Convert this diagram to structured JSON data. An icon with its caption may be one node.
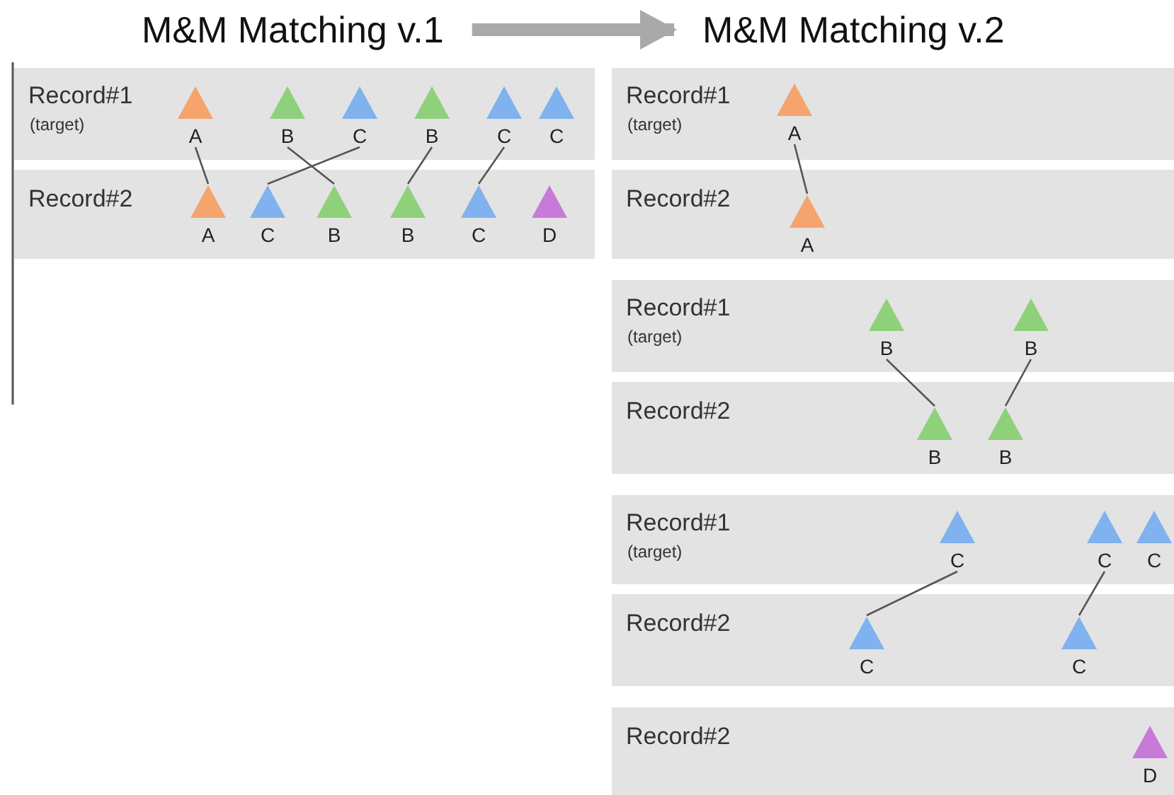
{
  "diagram": {
    "nodes": [
      {
        "text": [
          "M&M Matching v.1"
        ]
      },
      {
        "text": [
          "M&M Matching v.2"
        ]
      },
      {
        "text": [
          "Record#1",
          "(target)"
        ]
      },
      {
        "text": [],
        "shape": "triangle",
        "in": 2,
        "beside": [
          "A"
        ]
      },
      {
        "text": [],
        "shape": "triangle",
        "in": 2,
        "beside": [
          "B"
        ]
      },
      {
        "text": [],
        "shape": "triangle",
        "in": 2,
        "beside": [
          "C"
        ]
      },
      {
        "text": [],
        "shape": "triangle",
        "in": 2,
        "beside": [
          "B"
        ]
      },
      {
        "text": [],
        "shape": "triangle",
        "in": 2,
        "beside": [
          "C"
        ]
      },
      {
        "text": [],
        "shape": "triangle",
        "in": 2,
        "beside": [
          "C"
        ]
      },
      {
        "text": [
          "Record#2"
        ]
      },
      {
        "text": [],
        "shape": "triangle",
        "in": 9,
        "beside": [
          "A"
        ]
      },
      {
        "text": [],
        "shape": "triangle",
        "in": 9,
        "beside": [
          "C"
        ]
      },
      {
        "text": [],
        "shape": "triangle",
        "in": 9,
        "beside": [
          "B"
        ]
      },
      {
        "text": [],
        "shape": "triangle",
        "in": 9,
        "beside": [
          "B"
        ]
      },
      {
        "text": [],
        "shape": "triangle",
        "in": 9,
        "beside": [
          "C"
        ]
      },
      {
        "text": [],
        "shape": "triangle",
        "in": 9,
        "beside": [
          "D"
        ]
      },
      {
        "text": [
          "Record#1",
          "(target)"
        ]
      },
      {
        "text": [],
        "shape": "triangle",
        "in": 16,
        "beside": [
          "A"
        ]
      },
      {
        "text": [
          "Record#2"
        ]
      },
      {
        "text": [],
        "shape": "triangle",
        "in": 18,
        "beside": [
          "A"
        ]
      },
      {
        "text": [
          "Record#1",
          "(target)"
        ]
      },
      {
        "text": [],
        "shape": "triangle",
        "in": 20,
        "beside": [
          "B"
        ]
      },
      {
        "text": [],
        "shape": "triangle",
        "in": 20,
        "beside": [
          "B"
        ]
      },
      {
        "text": [
          "Record#2"
        ]
      },
      {
        "text": [],
        "shape": "triangle",
        "in": 23,
        "beside": [
          "B"
        ]
      },
      {
        "text": [],
        "shape": "triangle",
        "in": 23,
        "beside": [
          "B"
        ]
      },
      {
        "text": [
          "Record#1",
          "(target)"
        ]
      },
      {
        "text": [],
        "shape": "triangle",
        "in": 26,
        "beside": [
          "C"
        ]
      },
      {
        "text": [],
        "shape": "triangle",
        "in": 26,
        "beside": [
          "C"
        ]
      },
      {
        "text": [],
        "shape": "triangle",
        "in": 26,
        "beside": [
          "C"
        ]
      },
      {
        "text": [
          "Record#2"
        ]
      },
      {
        "text": [],
        "shape": "triangle",
        "in": 30,
        "beside": [
          "C"
        ]
      },
      {
        "text": [],
        "shape": "triangle",
        "in": 30,
        "beside": [
          "C"
        ]
      },
      {
        "text": [
          "Record#2"
        ]
      },
      {
        "text": [],
        "shape": "triangle",
        "in": 33,
        "beside": [
          "D"
        ]
      }
    ],
    "edges": [
      {
        "from": 0,
        "to": 1,
        "arrow": "to",
        "style": "thick",
        "color": "#a9a9a9"
      },
      {
        "from": 3,
        "to": 10,
        "arrow": "none"
      },
      {
        "from": 4,
        "to": 12,
        "arrow": "none"
      },
      {
        "from": 5,
        "to": 11,
        "arrow": "none"
      },
      {
        "from": 6,
        "to": 13,
        "arrow": "none"
      },
      {
        "from": 7,
        "to": 14,
        "arrow": "none"
      },
      {
        "from": 17,
        "to": 19,
        "arrow": "none"
      },
      {
        "from": 21,
        "to": 24,
        "arrow": "none"
      },
      {
        "from": 22,
        "to": 25,
        "arrow": "none"
      },
      {
        "from": 27,
        "to": 31,
        "arrow": "none"
      },
      {
        "from": 28,
        "to": 32,
        "arrow": "none"
      }
    ]
  }
}
